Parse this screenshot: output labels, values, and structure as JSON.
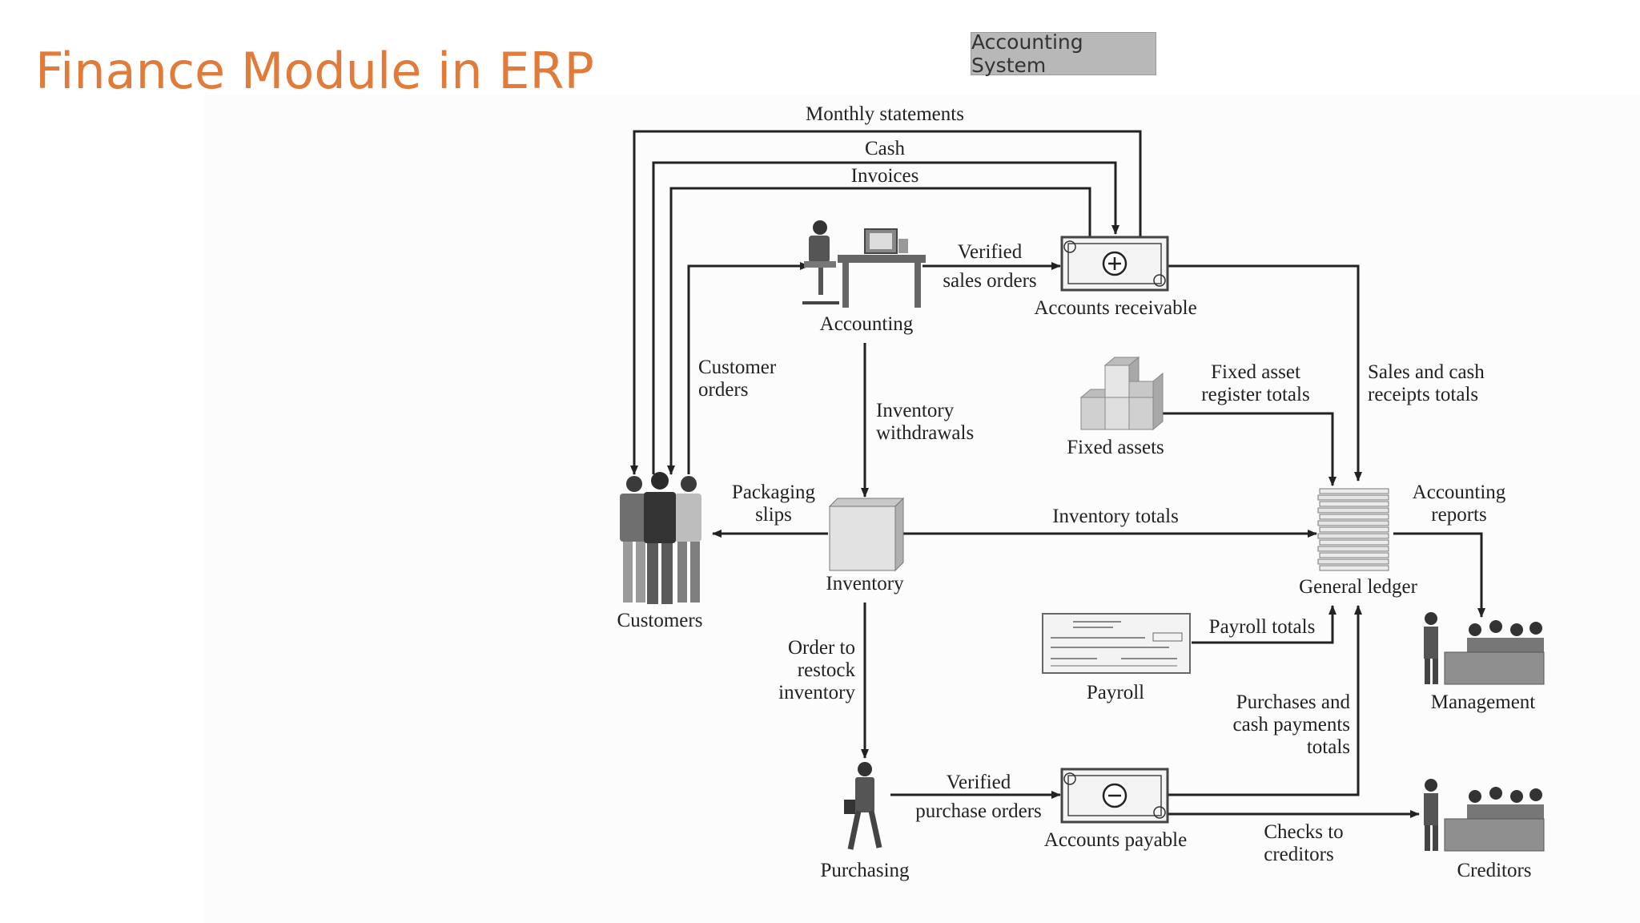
{
  "title": "Finance Module in ERP",
  "system_label": "Accounting System",
  "nodes": {
    "customers": "Customers",
    "accounting": "Accounting",
    "accounts_receivable": "Accounts receivable",
    "fixed_assets": "Fixed assets",
    "inventory": "Inventory",
    "general_ledger": "General ledger",
    "management": "Management",
    "payroll": "Payroll",
    "purchasing": "Purchasing",
    "accounts_payable": "Accounts payable",
    "creditors": "Creditors"
  },
  "flows": {
    "monthly_statements": "Monthly statements",
    "cash": "Cash",
    "invoices": "Invoices",
    "verified_sales_orders": [
      "Verified",
      "sales orders"
    ],
    "customer_orders": [
      "Customer",
      "orders"
    ],
    "inventory_withdrawals": [
      "Inventory",
      "withdrawals"
    ],
    "fixed_asset_register_totals": [
      "Fixed asset",
      "register totals"
    ],
    "sales_and_cash_receipts_totals": [
      "Sales and cash",
      "receipts totals"
    ],
    "packaging_slips": [
      "Packaging",
      "slips"
    ],
    "inventory_totals": "Inventory totals",
    "accounting_reports": [
      "Accounting",
      "reports"
    ],
    "order_to_restock_inventory": [
      "Order to",
      "restock",
      "inventory"
    ],
    "payroll_totals": "Payroll totals",
    "purchases_and_cash_payments_totals": [
      "Purchases and",
      "cash payments",
      "totals"
    ],
    "verified_purchase_orders": [
      "Verified",
      "purchase orders"
    ],
    "checks_to_creditors": [
      "Checks to",
      "creditors"
    ]
  }
}
